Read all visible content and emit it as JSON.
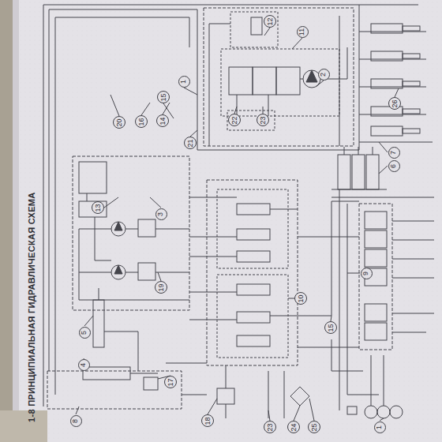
{
  "diagram": {
    "title": "1-8 ПРИНЦИПИАЛЬНАЯ ГИДРАВЛИЧЕСКАЯ СХЕМА",
    "nodes": [
      {
        "text": [
          "12"
        ]
      },
      {
        "text": [
          "11"
        ]
      },
      {
        "text": [
          "2"
        ]
      },
      {
        "text": [
          "1"
        ]
      },
      {
        "text": [
          "15"
        ]
      },
      {
        "text": [
          "26"
        ]
      },
      {
        "text": [
          "22"
        ]
      },
      {
        "text": [
          "23"
        ]
      },
      {
        "text": [
          "20"
        ]
      },
      {
        "text": [
          "16"
        ]
      },
      {
        "text": [
          "14"
        ]
      },
      {
        "text": [
          "21"
        ]
      },
      {
        "text": [
          "7"
        ]
      },
      {
        "text": [
          "6"
        ]
      },
      {
        "text": [
          "13"
        ]
      },
      {
        "text": [
          "3"
        ]
      },
      {
        "text": [
          "9"
        ]
      },
      {
        "text": [
          "19"
        ]
      },
      {
        "text": [
          "10"
        ]
      },
      {
        "text": [
          "15"
        ]
      },
      {
        "text": [
          "5"
        ]
      },
      {
        "text": [
          "4"
        ]
      },
      {
        "text": [
          "17"
        ]
      },
      {
        "text": [
          "8"
        ]
      },
      {
        "text": [
          "18"
        ]
      },
      {
        "text": [
          "23"
        ]
      },
      {
        "text": [
          "24"
        ]
      },
      {
        "text": [
          "25"
        ]
      },
      {
        "text": [
          "1"
        ]
      }
    ]
  }
}
